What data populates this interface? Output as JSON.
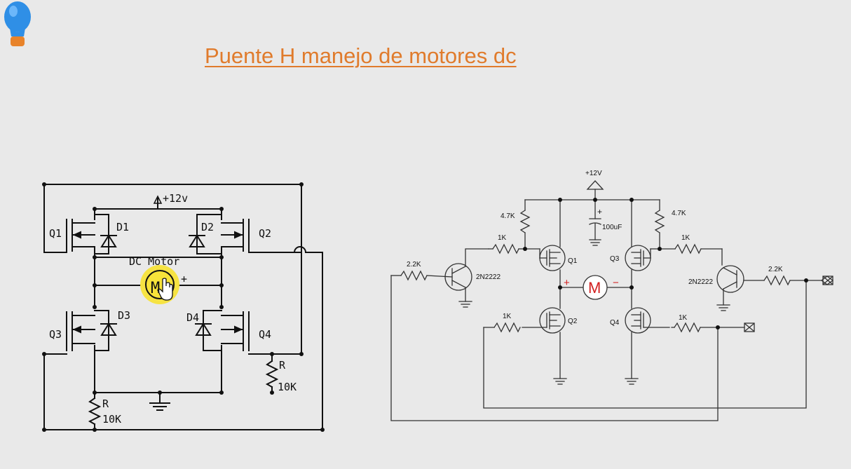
{
  "title": "Puente H manejo de motores dc",
  "colors": {
    "title": "#e07b2c",
    "background": "#e9e9e9",
    "bulb": "#2f8fe6",
    "bulb_base": "#e8832a",
    "motor_highlight": "#f7e33a",
    "motor_text_right": "#d22020"
  },
  "left_diagram": {
    "supply": "+12v",
    "motor": "DC Motor",
    "motor_symbol": "M",
    "motor_plus": "+",
    "transistors": [
      "Q1",
      "Q2",
      "Q3",
      "Q4"
    ],
    "diodes": [
      "D1",
      "D2",
      "D3",
      "D4"
    ],
    "resistor_label": "R",
    "resistor_value": "10K",
    "icons": [
      "lightbulb-icon",
      "hand-cursor-icon",
      "ground-icon"
    ]
  },
  "right_diagram": {
    "supply": "+12V",
    "capacitor": "100uF",
    "capacitor_plus": "+",
    "pullup_left": "4.7K",
    "pullup_right": "4.7K",
    "res_1k": "1K",
    "res_2k2": "2.2K",
    "bjt": "2N2222",
    "motor_symbol": "M",
    "motor_plus": "+",
    "motor_minus": "−",
    "mosfets": [
      "Q1",
      "Q2",
      "Q3",
      "Q4"
    ]
  }
}
